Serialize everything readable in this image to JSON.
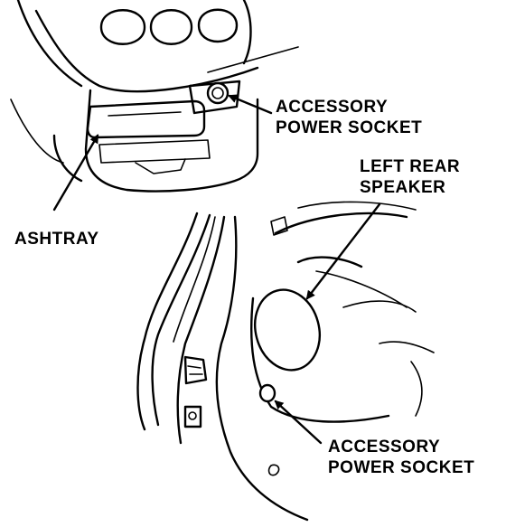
{
  "labels": {
    "accessory_power_socket_top": [
      "ACCESSORY",
      "POWER SOCKET"
    ],
    "left_rear_speaker": [
      "LEFT REAR",
      "SPEAKER"
    ],
    "ashtray": "ASHTRAY",
    "accessory_power_socket_bottom": [
      "ACCESSORY",
      "POWER SOCKET"
    ]
  },
  "icons": {
    "leader_arrow": "arrow-icon"
  }
}
